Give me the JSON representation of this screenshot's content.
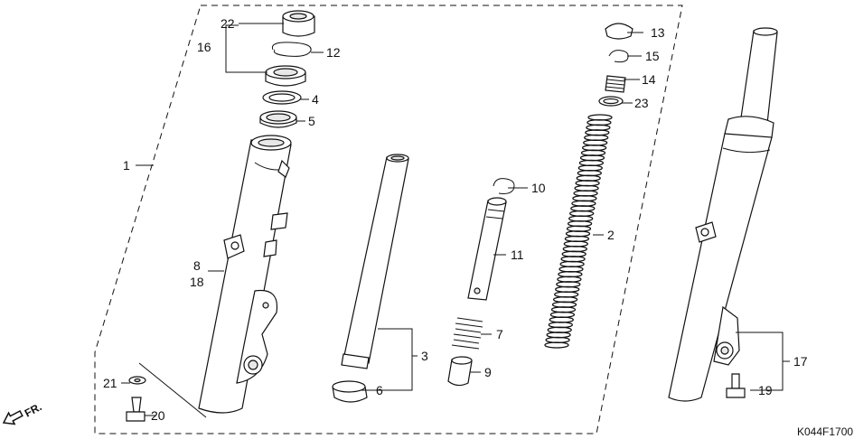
{
  "diagram_code": "K044F1700",
  "direction_label": "FR.",
  "callouts": {
    "c1": "1",
    "c2": "2",
    "c3": "3",
    "c4": "4",
    "c5": "5",
    "c6": "6",
    "c7": "7",
    "c8": "8",
    "c9": "9",
    "c10": "10",
    "c11": "11",
    "c12": "12",
    "c13": "13",
    "c14": "14",
    "c15": "15",
    "c16": "16",
    "c17": "17",
    "c18": "18",
    "c19": "19",
    "c20": "20",
    "c21": "21",
    "c22": "22",
    "c23": "23"
  }
}
